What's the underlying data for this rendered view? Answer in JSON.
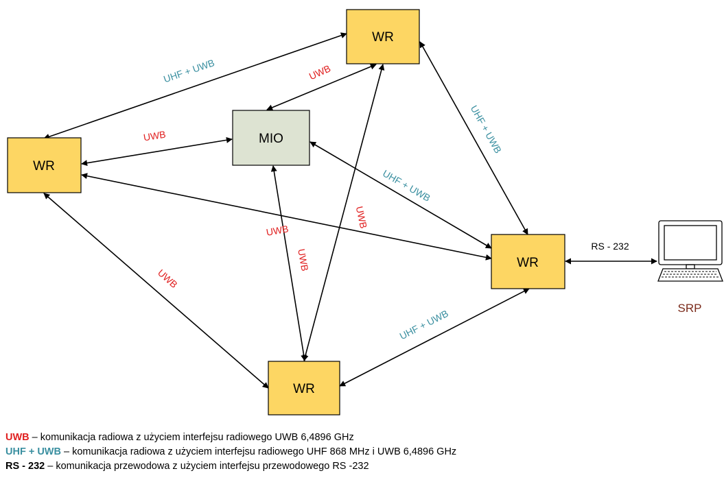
{
  "colors": {
    "uwb": "#e02020",
    "uhf_uwb": "#3a8fa0",
    "wr_fill": "#fdd663",
    "mio_fill": "#dde3d2",
    "srp_text": "#7a2a1a"
  },
  "nodes": {
    "wr_top": "WR",
    "wr_left": "WR",
    "mio": "MIO",
    "wr_right": "WR",
    "wr_bottom": "WR"
  },
  "terminal": {
    "label": "SRP",
    "icon": "computer-terminal-icon"
  },
  "edges": {
    "wr_left_wr_top": "UHF + UWB",
    "wr_top_mio": "UWB",
    "wr_left_mio": "UWB",
    "wr_top_wr_right": "UHF + UWB",
    "mio_wr_right": "UHF + UWB",
    "wr_left_wr_right": "UWB",
    "mio_wr_bottom_a": "UWB",
    "mio_wr_bottom_b": "UWB",
    "wr_left_wr_bottom": "UWB",
    "wr_bottom_wr_right": "UHF + UWB",
    "wr_right_srp": "RS - 232"
  },
  "legend": [
    {
      "key": "UWB",
      "text": " – komunikacja radiowa z użyciem interfejsu radiowego UWB 6,4896 GHz",
      "color": "#e02020"
    },
    {
      "key": "UHF + UWB",
      "text": " – komunikacja radiowa z użyciem interfejsu radiowego UHF 868 MHz i UWB 6,4896 GHz",
      "color": "#3a8fa0"
    },
    {
      "key": "RS - 232",
      "text": " – komunikacja przewodowa z użyciem interfejsu przewodowego RS -232",
      "color": "#000000"
    }
  ]
}
